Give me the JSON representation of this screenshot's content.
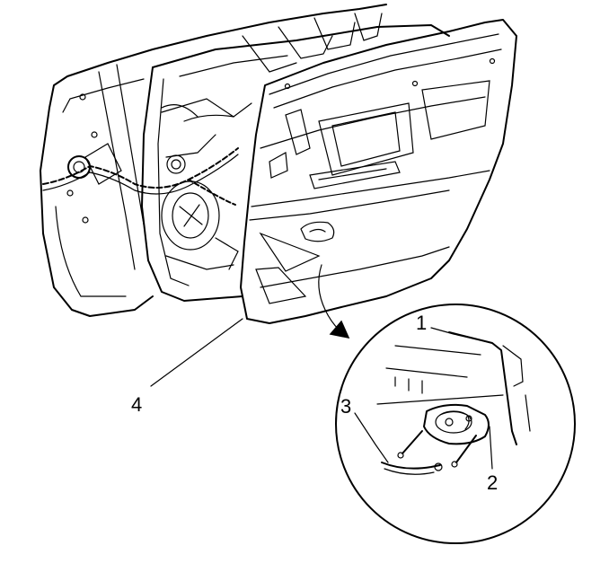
{
  "callouts": {
    "label_1": "1",
    "label_2": "2",
    "label_3": "3",
    "label_4": "4"
  },
  "colors": {
    "ink": "#000000",
    "background": "#ffffff"
  }
}
